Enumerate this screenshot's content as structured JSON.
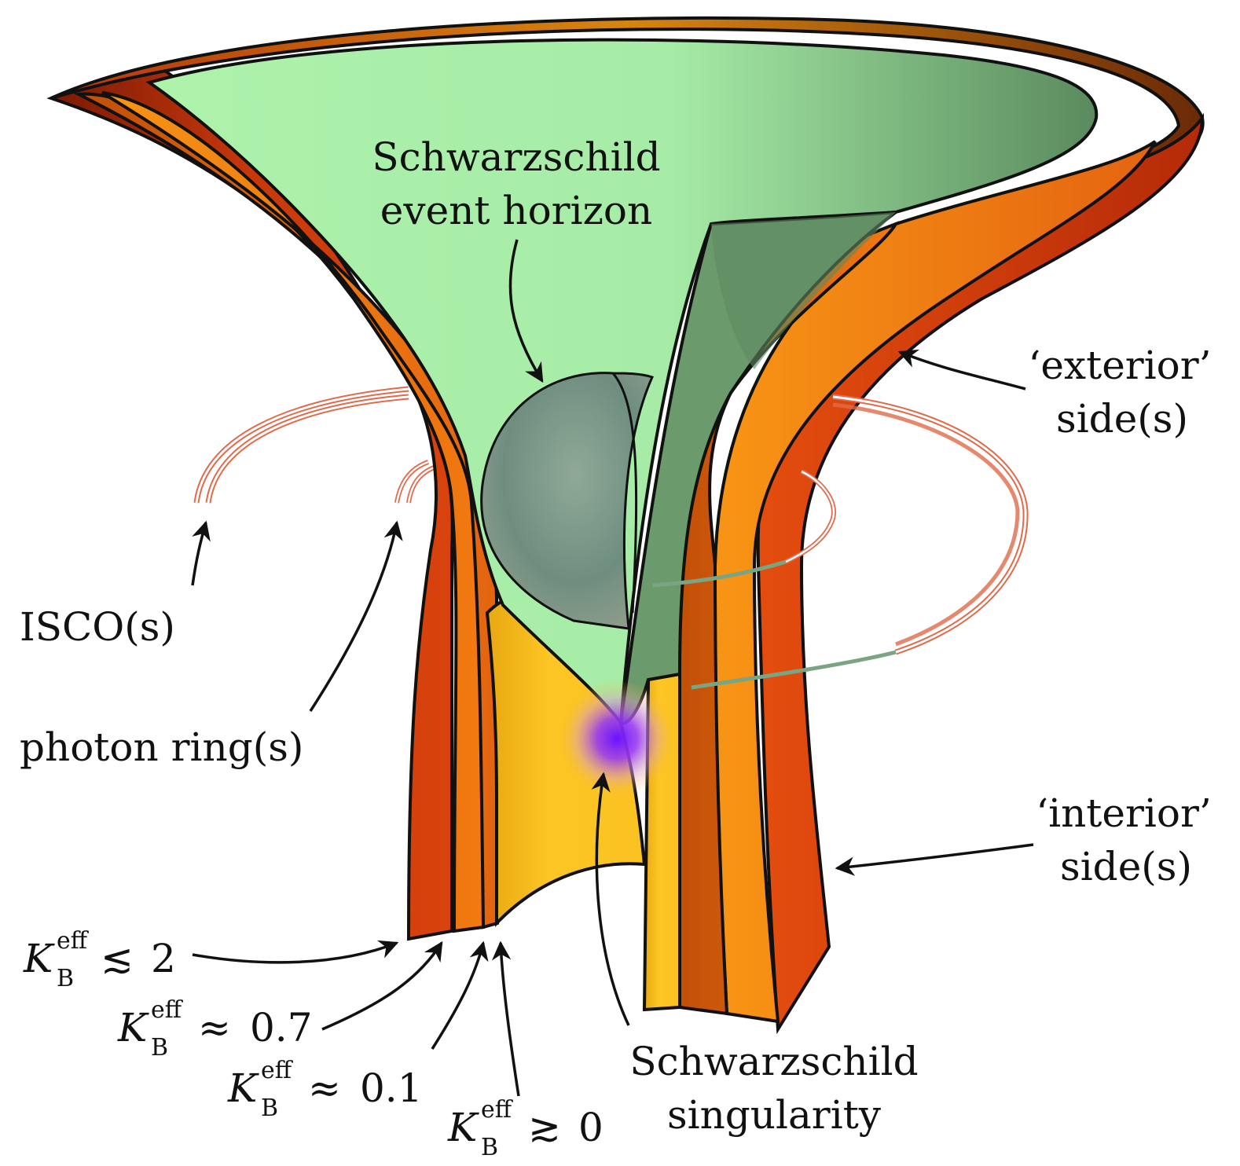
{
  "labels": {
    "event_horizon": [
      "Schwarzschild",
      "event horizon"
    ],
    "exterior": [
      "‘exterior’",
      "side(s)"
    ],
    "interior": [
      "‘interior’",
      "side(s)"
    ],
    "isco": "ISCO(s)",
    "photon_ring": "photon ring(s)",
    "singularity": [
      "Schwarzschild",
      "singularity"
    ]
  },
  "kb_labels": [
    {
      "symbol": "K",
      "sup": "eff",
      "sub": "B",
      "relation": "≲",
      "value": "2"
    },
    {
      "symbol": "K",
      "sup": "eff",
      "sub": "B",
      "relation": "≈",
      "value": "0.7"
    },
    {
      "symbol": "K",
      "sup": "eff",
      "sub": "B",
      "relation": "≈",
      "value": "0.1"
    },
    {
      "symbol": "K",
      "sup": "eff",
      "sub": "B",
      "relation": "≳",
      "value": "0"
    }
  ],
  "colors": {
    "green_surface": "#a9f0a9",
    "green_shadow": "#5e8e62",
    "layer_red": "#c0330a",
    "layer_darkorange": "#e4680e",
    "layer_orange": "#f38d12",
    "layer_yellow": "#fbc223",
    "horizon_sphere": "#8a9a88",
    "singularity_glow": "#7a1cff",
    "ring": "#e06a4a"
  }
}
